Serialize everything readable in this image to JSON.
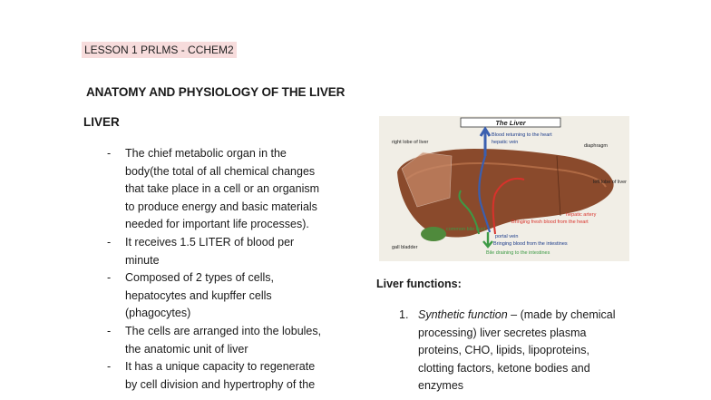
{
  "header_tag": "LESSON 1 PRLMS - CCHEM2",
  "doc_title": "ANATOMY AND PHYSIOLOGY OF THE LIVER",
  "section_title": "LIVER",
  "bullets": [
    {
      "dash": "-",
      "lines": [
        "The chief metabolic organ in the",
        "body(the total of all chemical changes",
        "that take place in a cell or an organism",
        "to produce energy and basic materials",
        "needed for important life processes)."
      ]
    },
    {
      "dash": "-",
      "lines": [
        "It receives 1.5 LITER of blood per",
        "minute"
      ]
    },
    {
      "dash": "-",
      "lines": [
        "Composed of 2 types of cells,",
        "hepatocytes and kupffer cells",
        "(phagocytes)"
      ]
    },
    {
      "dash": "-",
      "lines": [
        "The cells are arranged into the lobules,",
        "the anatomic unit of liver"
      ]
    },
    {
      "dash": "-",
      "lines": [
        "It has a unique capacity to regenerate",
        "by cell division and hypertrophy of the"
      ]
    }
  ],
  "figure": {
    "title": "The Liver",
    "labels": {
      "blood_returning": "Blood returning to the heart",
      "hepatic_vein": "hepatic vein",
      "diaphragm": "diaphragm",
      "right_lobe": "right lobe of liver",
      "left_lobe": "left lobe of liver",
      "hepatic_artery": "hepatic artery",
      "fresh_blood": "Bringing fresh blood from the heart",
      "common_bile_duct": "common bile duct",
      "portal_vein": "portal vein",
      "gall_bladder": "gall bladder",
      "blood_intestines": "Bringing blood from the intestines",
      "bile_draining": "Bile draining to the intestines"
    },
    "colors": {
      "liver": "#8a4a2c",
      "vein": "#3a5fb0",
      "artery": "#d8322b",
      "bile": "#3d9a45"
    }
  },
  "functions_heading": "Liver functions:",
  "functions": [
    {
      "num": "1.",
      "term": "Synthetic function",
      "lines": [
        "– (made by chemical",
        "processing) liver secretes plasma",
        "proteins, CHO, lipids, lipoproteins,",
        "clotting factors, ketone bodies and",
        "enzymes"
      ]
    }
  ]
}
